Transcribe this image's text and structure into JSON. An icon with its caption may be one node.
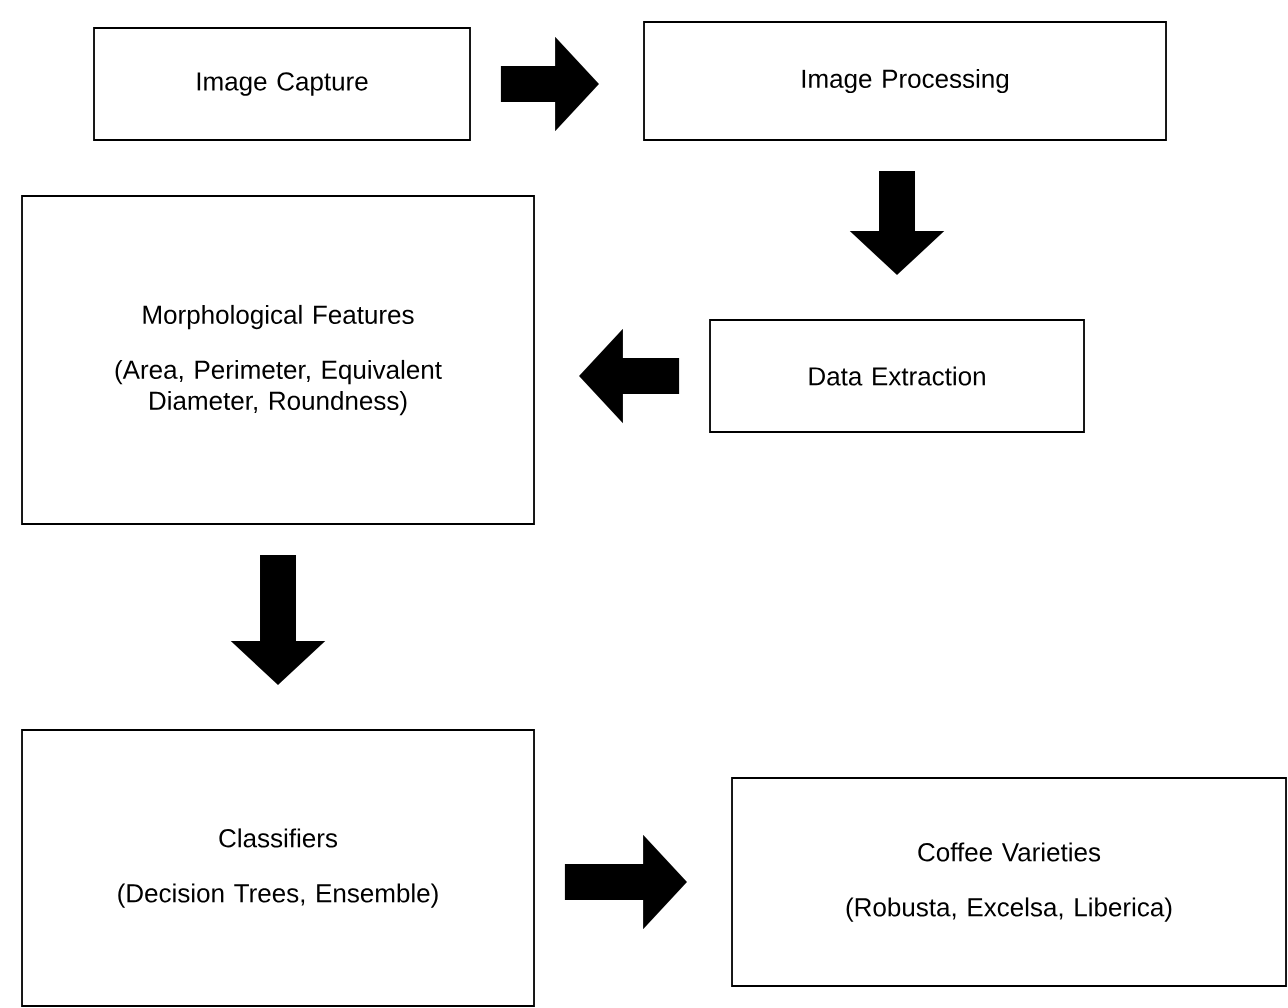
{
  "diagram": {
    "nodes": [
      {
        "text": [
          "Image Capture"
        ]
      },
      {
        "text": [
          "Image Processing"
        ]
      },
      {
        "text": [
          "Morphological Features",
          "(Area, Perimeter, Equivalent Diameter, Roundness)"
        ]
      },
      {
        "text": [
          "Data Extraction"
        ]
      },
      {
        "text": [
          "Classifiers",
          "(Decision Trees, Ensemble)"
        ]
      },
      {
        "text": [
          "Coffee Varieties",
          "(Robusta, Excelsa, Liberica)"
        ]
      }
    ],
    "edges": [
      {
        "from": 0,
        "to": 1,
        "arrow": "to"
      },
      {
        "from": 1,
        "to": 3,
        "arrow": "to"
      },
      {
        "from": 3,
        "to": 2,
        "arrow": "to"
      },
      {
        "from": 2,
        "to": 4,
        "arrow": "to"
      },
      {
        "from": 4,
        "to": 5,
        "arrow": "to"
      }
    ]
  }
}
